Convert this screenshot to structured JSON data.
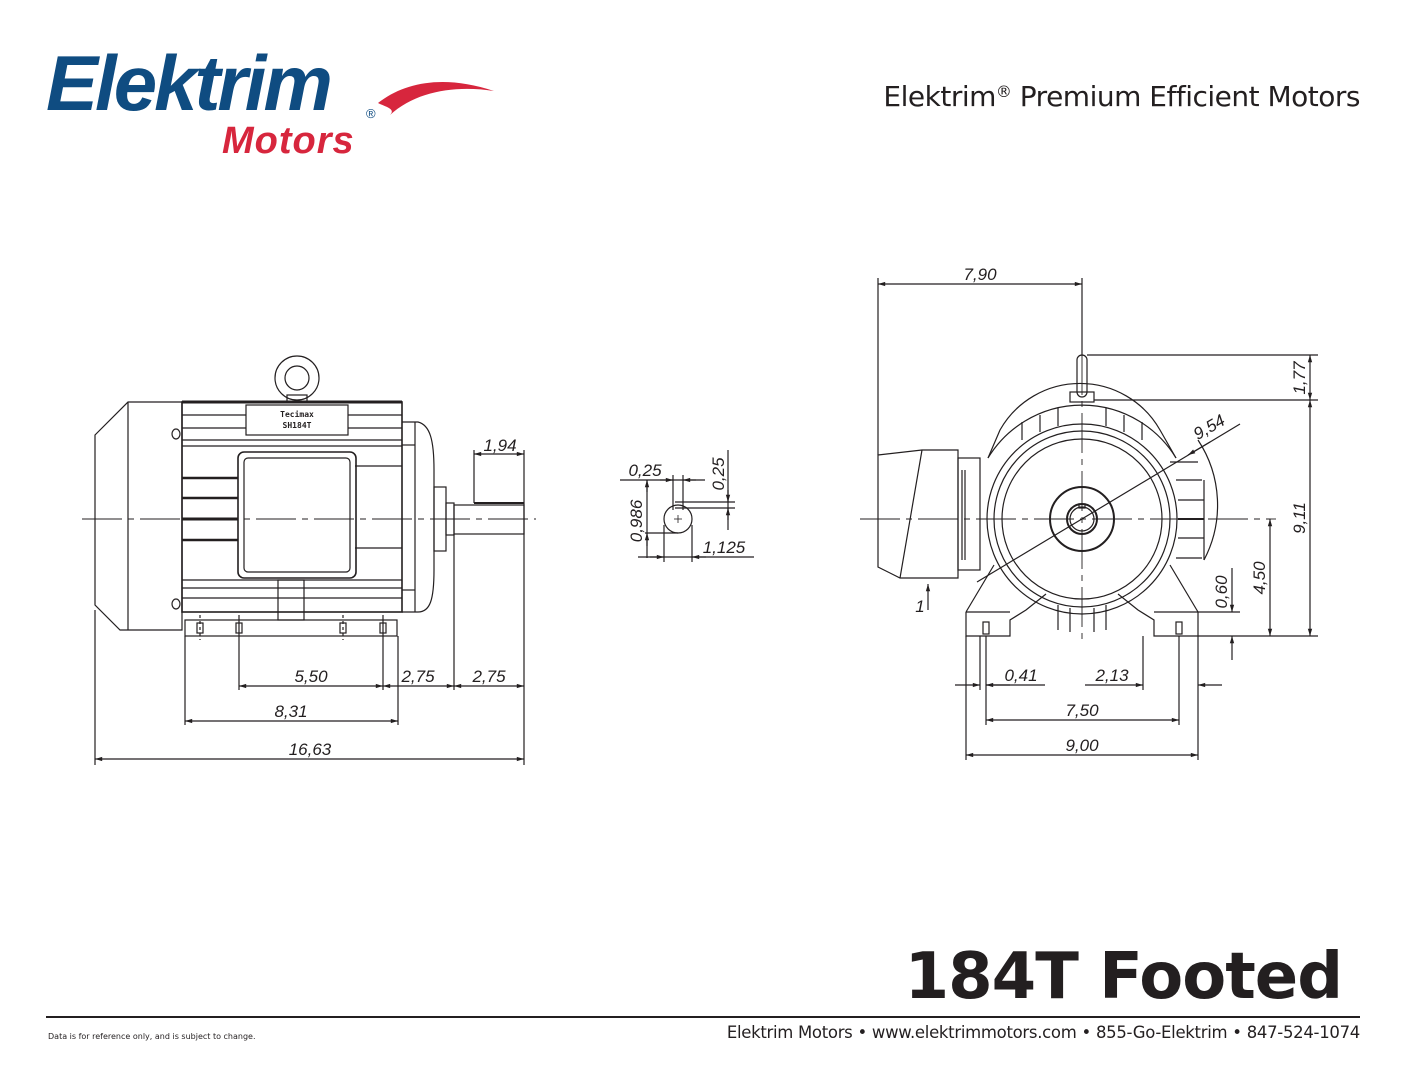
{
  "brand": {
    "wordmark": "Elektrim",
    "registered": "®",
    "submark": "Motors",
    "colors": {
      "primary": "#0f4c81",
      "accent": "#d7263d",
      "ink": "#231f20"
    }
  },
  "header": {
    "title_prefix": "Elektrim",
    "title_reg": "®",
    "title_suffix": " Premium Efficient Motors"
  },
  "side_view": {
    "nameplate_line1": "Tecimax",
    "nameplate_line2": "SH184T",
    "dimensions": {
      "shaft_length": "1,94",
      "foot_hole_spacing": "5,50",
      "foot_to_shaft_shoulder": "2,75",
      "shaft_extension": "2,75",
      "foot_length": "8,31",
      "overall_length": "16,63"
    }
  },
  "shaft_detail": {
    "dimensions": {
      "key_width": "0,25",
      "key_depth": "0,25",
      "key_seat": "0,986",
      "shaft_diameter": "1,125"
    }
  },
  "end_view": {
    "dimensions": {
      "box_to_center": "7,90",
      "eyebolt_height": "1,77",
      "frame_diameter": "9,54",
      "overall_height": "9,11",
      "shaft_height": "4,50",
      "foot_thickness": "0,60",
      "hole_diameter": "0,41",
      "foot_edge": "2,13",
      "hole_spacing": "7,50",
      "foot_width": "9,00",
      "cable_entry_label": "1"
    }
  },
  "model": {
    "title": "184T Footed"
  },
  "footer": {
    "disclaimer": "Data is for reference only, and is subject to change.",
    "company": "Elektrim Motors",
    "website": "www.elektrimmotors.com",
    "phone_vanity": "855-Go-Elektrim",
    "phone": "847-524-1074",
    "separator": "•"
  }
}
